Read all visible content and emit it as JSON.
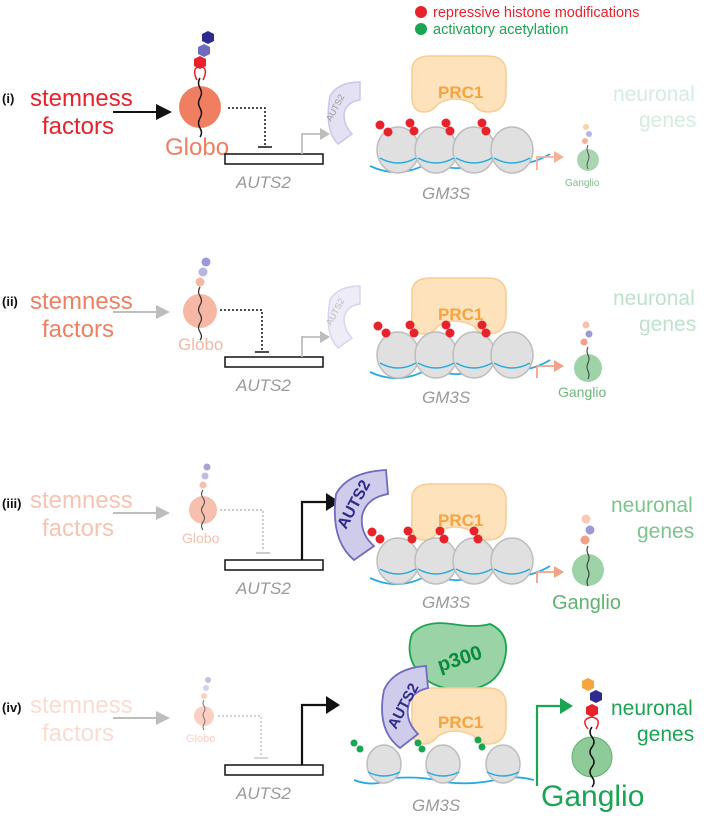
{
  "legend": {
    "repressive": {
      "label": "repressive histone modifications",
      "color": "#e8222a"
    },
    "activatory": {
      "label": "activatory acetylation",
      "color": "#1aa552"
    }
  },
  "labels": {
    "stemness_line1": "stemness",
    "stemness_line2": "factors",
    "globo": "Globo",
    "auts2_gene": "AUTS2",
    "auts2_protein": "AUTS2",
    "prc1": "PRC1",
    "p300": "p300",
    "gm3s": "GM3S",
    "neuronal_line1": "neuronal",
    "neuronal_line2": "genes",
    "ganglio": "Ganglio"
  },
  "panels": [
    {
      "id": "i",
      "label": "(i)"
    },
    {
      "id": "ii",
      "label": "(ii)"
    },
    {
      "id": "iii",
      "label": "(iii)"
    },
    {
      "id": "iv",
      "label": "(iv)"
    }
  ],
  "colors": {
    "red": "#e8222a",
    "green": "#1aa552",
    "salmon": "#f07f62",
    "orange": "#f6a340",
    "navy": "#2e2a8e",
    "gray": "#bdbdbd"
  }
}
